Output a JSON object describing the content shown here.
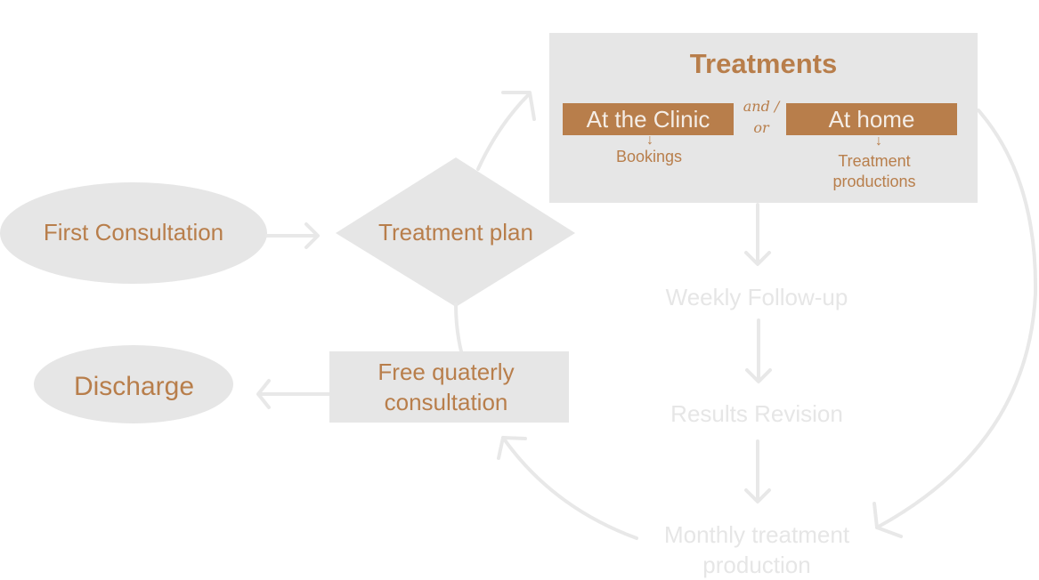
{
  "colors": {
    "accent": "#B87E4B",
    "node_fill": "#E6E6E6",
    "connector": "#E6E6E6",
    "tag_text": "#F4EDE6"
  },
  "nodes": {
    "first_consultation": "First Consultation",
    "treatment_plan": "Treatment plan",
    "treatments": {
      "title": "Treatments",
      "clinic": "At the Clinic",
      "conjunction_top": "and /",
      "conjunction_bottom": "or",
      "home": "At home",
      "clinic_sub": "Bookings",
      "home_sub_line1": "Treatment",
      "home_sub_line2": "productions",
      "sub_arrow": "↓"
    },
    "weekly_followup": "Weekly Follow-up",
    "results_revision": "Results Revision",
    "monthly_line1": "Monthly treatment",
    "monthly_line2": "production",
    "free_consult_line1": "Free quaterly",
    "free_consult_line2": "consultation",
    "discharge": "Discharge"
  }
}
